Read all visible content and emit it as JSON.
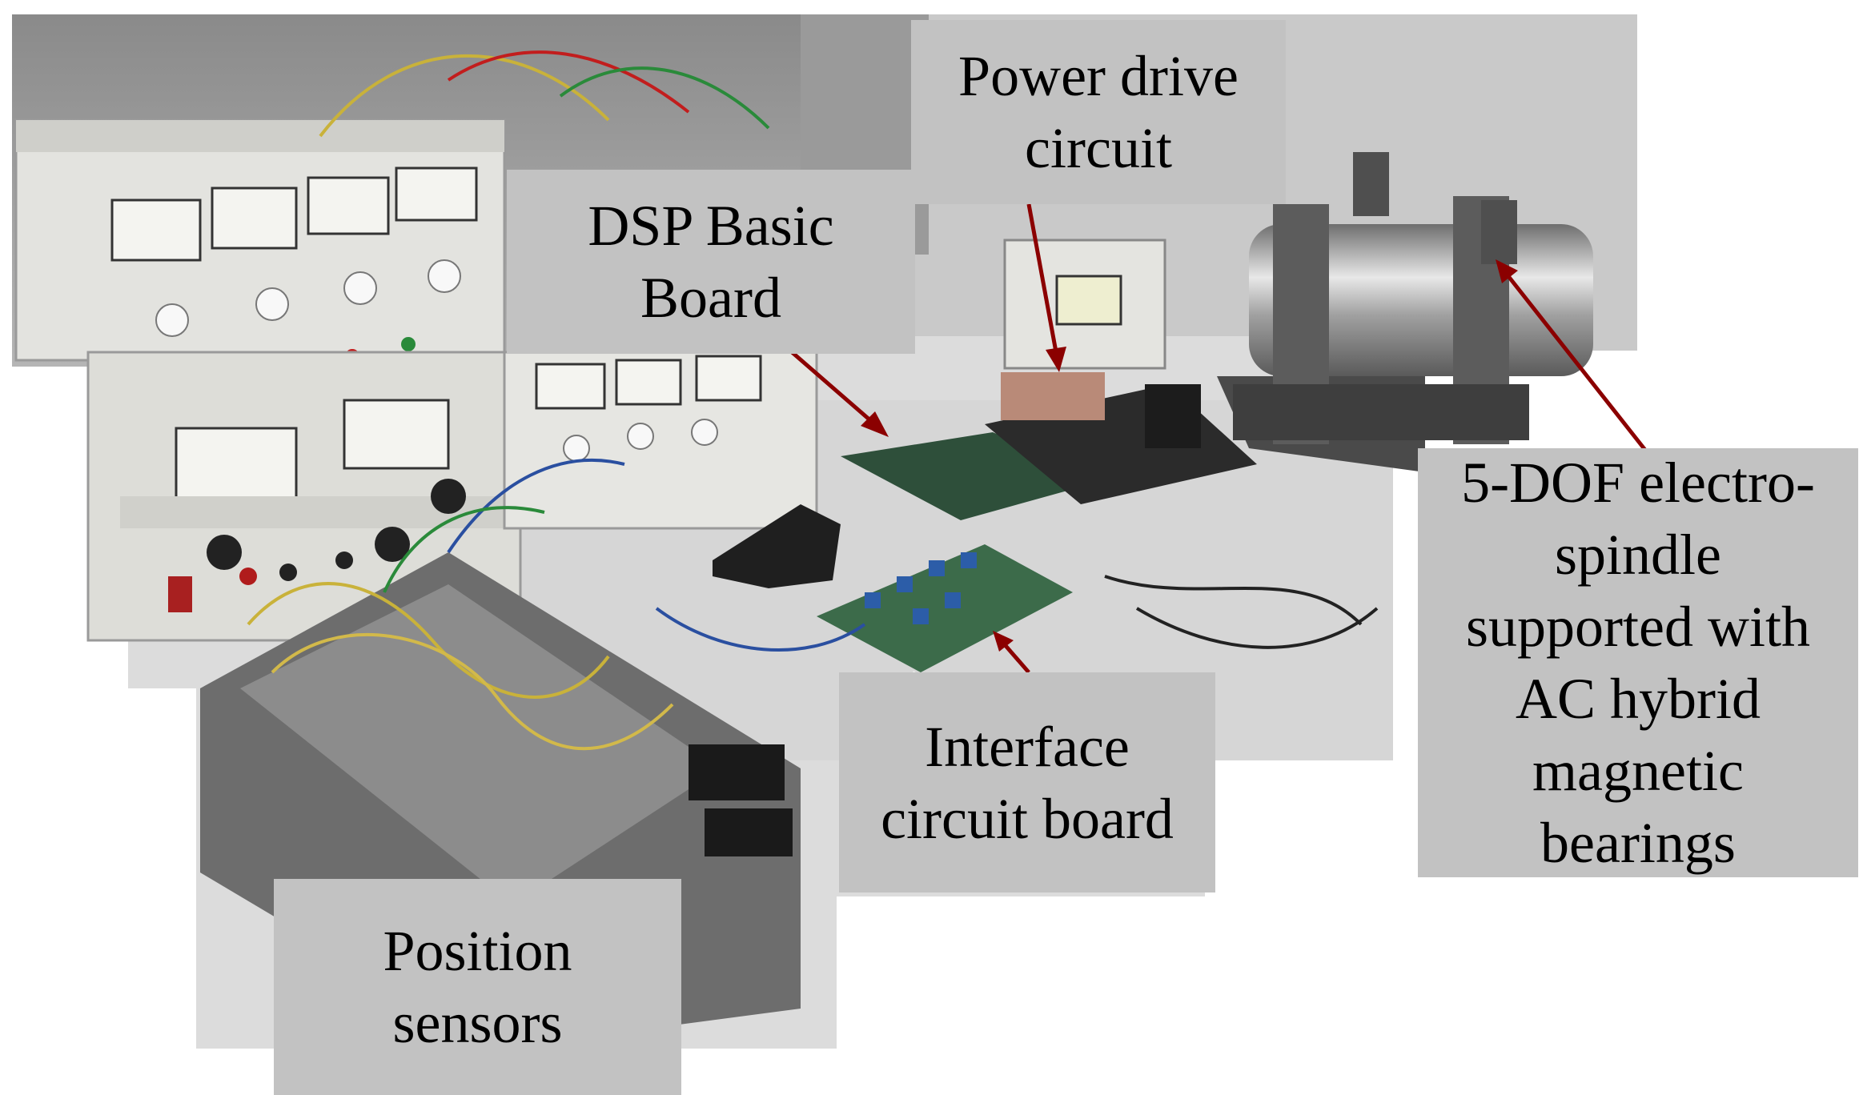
{
  "labels": {
    "dsp_basic_board": {
      "line1": "DSP Basic",
      "line2": "Board"
    },
    "power_drive_circuit": {
      "line1": "Power drive",
      "line2": "circuit"
    },
    "spindle": {
      "line1": "5-DOF electro-",
      "line2": "spindle",
      "line3": "supported with",
      "line4": "AC hybrid",
      "line5": "magnetic",
      "line6": "bearings"
    },
    "interface_circuit_board": {
      "line1": "Interface",
      "line2": "circuit board"
    },
    "position_sensors": {
      "line1": "Position",
      "line2": "sensors"
    }
  },
  "colors": {
    "label_background": "#c2c2c2",
    "arrow": "#8b0000",
    "bench": "#dcdcdc",
    "equipment": "#d8d8d4",
    "pcb_green": "#3c6b4a"
  }
}
